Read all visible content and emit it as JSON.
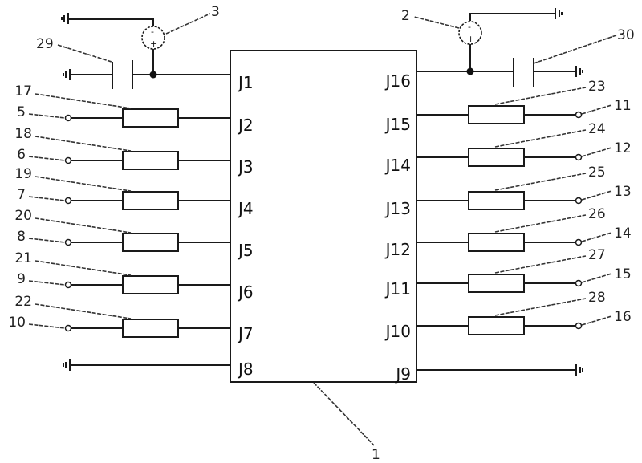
{
  "diagram": {
    "main_component_label": "1",
    "left_pins": [
      "J1",
      "J2",
      "J3",
      "J4",
      "J5",
      "J6",
      "J7",
      "J8"
    ],
    "right_pins": [
      "J16",
      "J15",
      "J14",
      "J13",
      "J12",
      "J11",
      "J10",
      "J9"
    ],
    "sources": [
      {
        "label": "3",
        "side": "left",
        "pin": "J1",
        "minus": "-",
        "plus": "+"
      },
      {
        "label": "2",
        "side": "right",
        "pin": "J16",
        "minus": "-",
        "plus": "+"
      }
    ],
    "capacitors": [
      {
        "label": "29",
        "side": "left",
        "pin": "J1"
      },
      {
        "label": "30",
        "side": "right",
        "pin": "J16"
      }
    ],
    "left_branches": [
      {
        "pin": "J2",
        "resistor": "17",
        "terminal": "5"
      },
      {
        "pin": "J3",
        "resistor": "18",
        "terminal": "6"
      },
      {
        "pin": "J4",
        "resistor": "19",
        "terminal": "7"
      },
      {
        "pin": "J5",
        "resistor": "20",
        "terminal": "8"
      },
      {
        "pin": "J6",
        "resistor": "21",
        "terminal": "9"
      },
      {
        "pin": "J7",
        "resistor": "22",
        "terminal": "10"
      }
    ],
    "right_branches": [
      {
        "pin": "J15",
        "resistor": "23",
        "terminal": "11"
      },
      {
        "pin": "J14",
        "resistor": "24",
        "terminal": "12"
      },
      {
        "pin": "J13",
        "resistor": "25",
        "terminal": "13"
      },
      {
        "pin": "J12",
        "resistor": "26",
        "terminal": "14"
      },
      {
        "pin": "J11",
        "resistor": "27",
        "terminal": "15"
      },
      {
        "pin": "J10",
        "resistor": "28",
        "terminal": "16"
      }
    ],
    "ground_pins": [
      "J8",
      "J9"
    ]
  }
}
